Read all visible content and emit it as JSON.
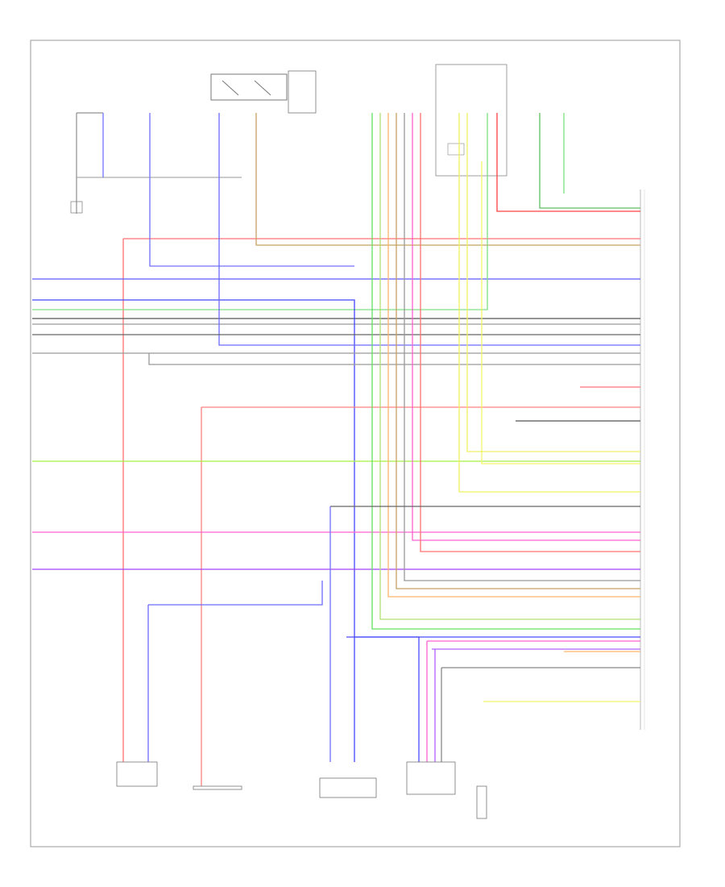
{
  "diagram": {
    "footer_code": "",
    "right_module": {
      "title": "",
      "pins": [
        "",
        "",
        "",
        "",
        "",
        "",
        "",
        "",
        "",
        "",
        "",
        "",
        "",
        "",
        "",
        "",
        "",
        "",
        "",
        "",
        "",
        "",
        "",
        "",
        "",
        "",
        "",
        "",
        "",
        "",
        "",
        "",
        "",
        "",
        "",
        "",
        "",
        "",
        "",
        "",
        "",
        "",
        "",
        "",
        "",
        "",
        "",
        "",
        "",
        "",
        "",
        ""
      ]
    },
    "top_components": [
      {
        "id": "c1",
        "label": ""
      },
      {
        "id": "c2",
        "label": ""
      },
      {
        "id": "c3",
        "label": ""
      },
      {
        "id": "c4",
        "label": ""
      },
      {
        "id": "c5",
        "label": ""
      },
      {
        "id": "c6",
        "label": ""
      },
      {
        "id": "c7",
        "label": ""
      },
      {
        "id": "c8",
        "label": ""
      }
    ],
    "bottom_components": [
      {
        "id": "b1",
        "label": ""
      },
      {
        "id": "b2",
        "label": ""
      },
      {
        "id": "b3",
        "label": ""
      },
      {
        "id": "b4",
        "label": ""
      },
      {
        "id": "b5",
        "label": ""
      }
    ],
    "wire_colors": {
      "red": "#ff6f6f",
      "blue": "#7b7bff",
      "green": "#8fe08f",
      "yellow": "#f3f36a",
      "pink": "#ff6fd0",
      "violet": "#b060ff",
      "orange": "#ffb46a",
      "gray": "#8a8a8a",
      "dark": "#555555",
      "lime": "#a8f040",
      "brown": "#c89a6a",
      "light_green": "#c0f0c0",
      "tan": "#d8c090"
    }
  }
}
